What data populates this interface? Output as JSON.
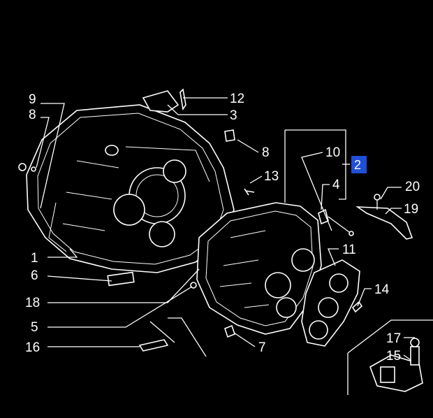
{
  "diagram": {
    "labels": {
      "l1": "1",
      "l2": "2",
      "l3": "3",
      "l4": "4",
      "l5": "5",
      "l6": "6",
      "l7": "7",
      "l8a": "8",
      "l8b": "8",
      "l9": "9",
      "l10": "10",
      "l11": "11",
      "l12": "12",
      "l13": "13",
      "l14": "14",
      "l15": "15",
      "l16": "16",
      "l17": "17",
      "l18": "18",
      "l19": "19",
      "l20": "20"
    },
    "highlighted_label": "2",
    "colors": {
      "background": "#000000",
      "line": "#ffffff",
      "highlight": "#1f4fd6"
    }
  }
}
